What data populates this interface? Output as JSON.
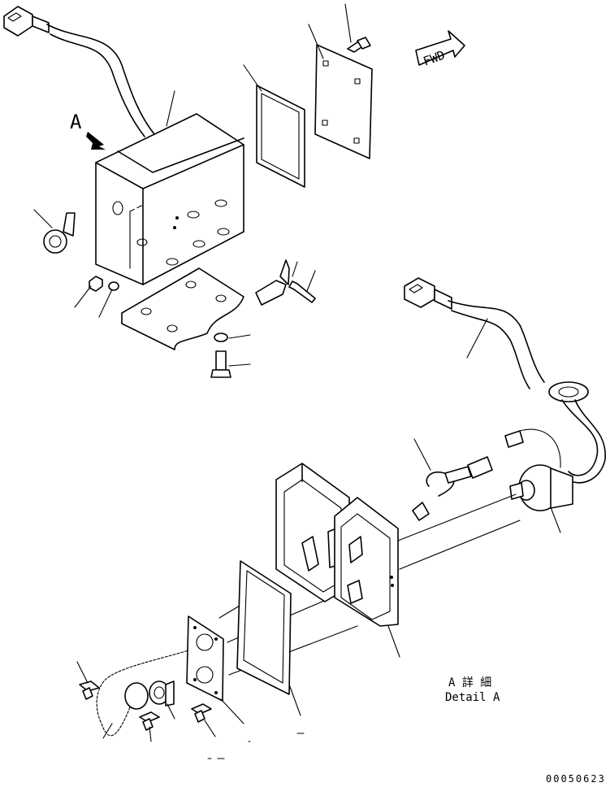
{
  "labels": {
    "view_a": "A",
    "fwd": "FWD",
    "detail_jp": "A 詳 細",
    "detail_en": "Detail A",
    "part_number": "00050623"
  }
}
